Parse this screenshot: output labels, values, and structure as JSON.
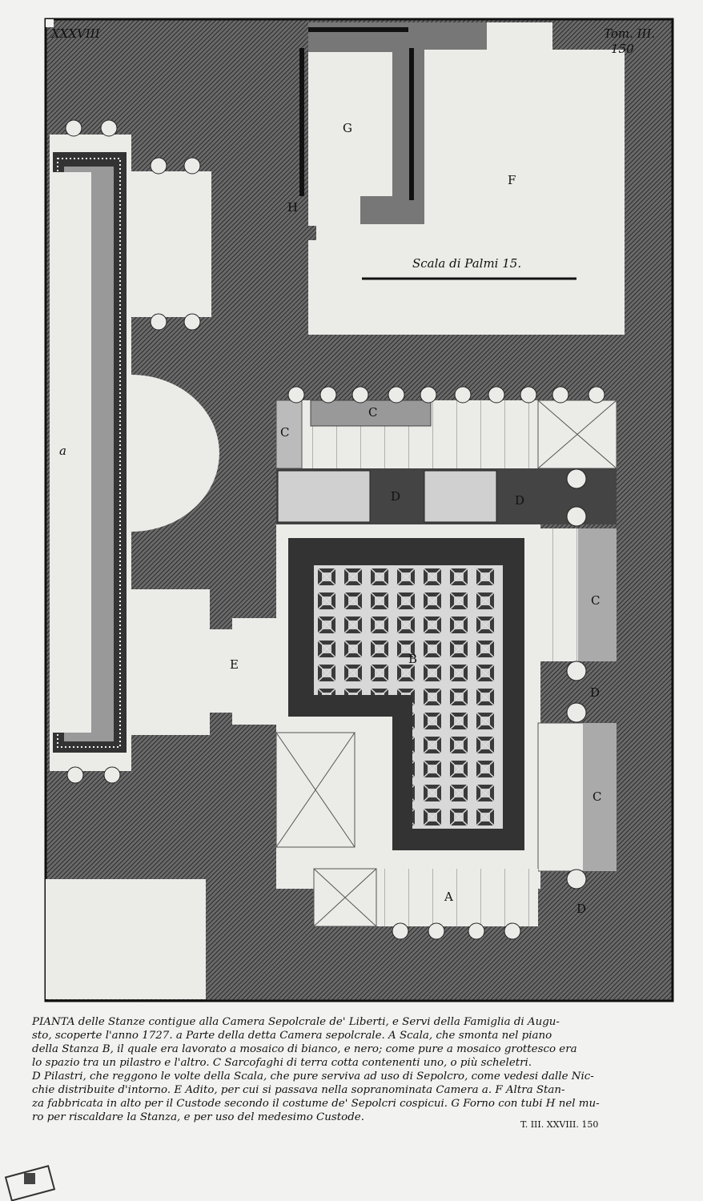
{
  "plate": {
    "number": "XXXVIII",
    "tome": "Tom. III.",
    "page": "150"
  },
  "labels": {
    "a": "a",
    "A": "A",
    "B": "B",
    "C": "C",
    "D": "D",
    "E": "E",
    "F": "F",
    "G": "G",
    "H": "H"
  },
  "scale_label": "Scala di Palmi 15.",
  "caption": {
    "lines": [
      "PIANTA delle Stanze contigue alla Camera Sepolcrale de' Liberti, e Servi della Famiglia di Augu-",
      "sto, scoperte l'anno 1727.   a Parte della detta Camera sepolcrale.  A Scala, che smonta nel piano",
      "della Stanza B, il quale era lavorato a mosaico di bianco, e nero; come pure a mosaico grottesco era",
      "lo spazio tra un pilastro e l'altro.   C Sarcofaghi di terra cotta contenenti uno, o più scheletri.",
      "D Pilastri, che reggono le volte della Scala, che pure serviva ad uso di Sepolcro, come vedesi dalle Nic-",
      "chie distribuite d'intorno.  E Adito, per cui si passava nella sopranominata Camera a.  F Altra Stan-",
      "za fabbricata in alto per il Custode secondo il costume de' Sepolcri cospicui.  G Forno con tubi H nel mu-",
      "ro per riscaldare la Stanza, e per uso del medesimo Custode."
    ],
    "reference": "T. III. XXVIII. 150"
  },
  "colors": {
    "ink": "#1a1a1a",
    "paper": "#f2f2f0",
    "wall": "#555555"
  }
}
